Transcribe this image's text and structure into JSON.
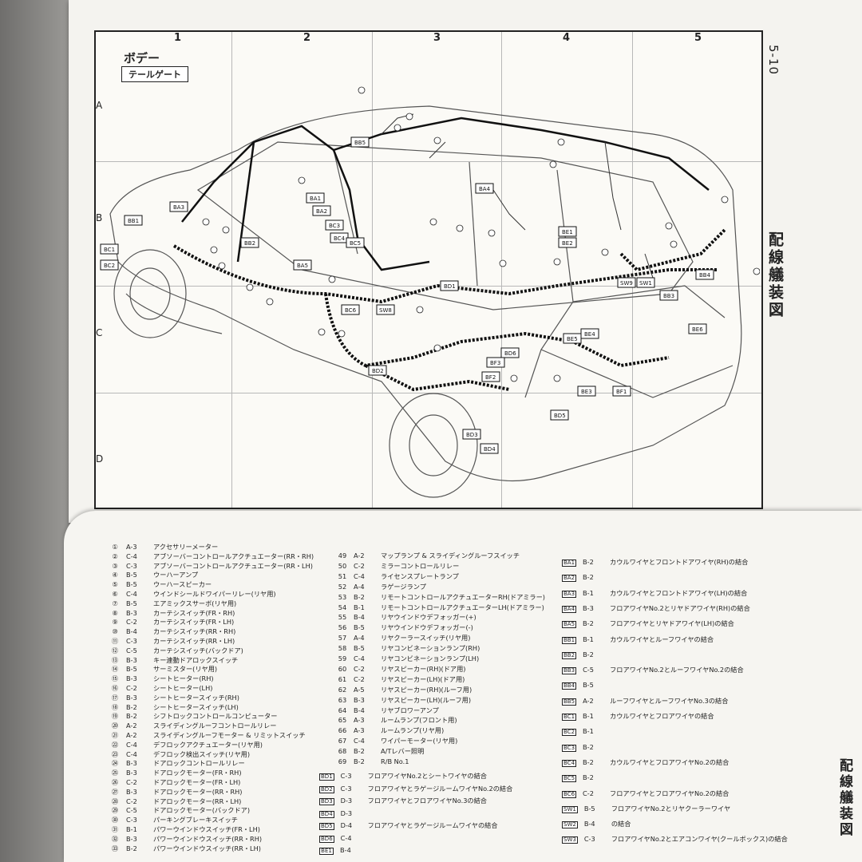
{
  "page_number": "5-10",
  "section_title": "ボデー",
  "subsection_title": "テールゲート",
  "side_title": "配線艤装図",
  "grid": {
    "columns": [
      "1",
      "2",
      "3",
      "4",
      "5"
    ],
    "rows": [
      "A",
      "B",
      "C",
      "D"
    ]
  },
  "diagram_connectors": [
    "BA1",
    "BA2",
    "BA3",
    "BA4",
    "BA5",
    "BB1",
    "BB2",
    "BB3",
    "BB4",
    "BB5",
    "BC1",
    "BC2",
    "BC3",
    "BC4",
    "BC5",
    "BC6",
    "BD1",
    "BD2",
    "BD3",
    "BD4",
    "BD5",
    "BD6",
    "BE1",
    "BE2",
    "BE3",
    "BE4",
    "BE5",
    "BE6",
    "BF1",
    "BF2",
    "BF3",
    "SW8",
    "SW9",
    "SW1"
  ],
  "legend_left": [
    {
      "n": "①",
      "g": "A-3",
      "t": "アクセサリーメーター"
    },
    {
      "n": "②",
      "g": "C-4",
      "t": "アブソーバーコントロールアクチュエーター(RR・RH)"
    },
    {
      "n": "③",
      "g": "C-3",
      "t": "アブソーバーコントロールアクチュエーター(RR・LH)"
    },
    {
      "n": "④",
      "g": "B-5",
      "t": "ウーハーアンプ"
    },
    {
      "n": "⑤",
      "g": "B-5",
      "t": "ウーハースピーカー"
    },
    {
      "n": "⑥",
      "g": "C-4",
      "t": "ウインドシールドワイパーリレー(リヤ用)"
    },
    {
      "n": "⑦",
      "g": "B-5",
      "t": "エアミックスサーボ(リヤ用)"
    },
    {
      "n": "⑧",
      "g": "B-3",
      "t": "カーテシスイッチ(FR・RH)"
    },
    {
      "n": "⑨",
      "g": "C-2",
      "t": "カーテシスイッチ(FR・LH)"
    },
    {
      "n": "⑩",
      "g": "B-4",
      "t": "カーテシスイッチ(RR・RH)"
    },
    {
      "n": "⑪",
      "g": "C-3",
      "t": "カーテシスイッチ(RR・LH)"
    },
    {
      "n": "⑫",
      "g": "C-5",
      "t": "カーテシスイッチ(バックドア)"
    },
    {
      "n": "⑬",
      "g": "B-3",
      "t": "キー連動ドアロックスイッチ"
    },
    {
      "n": "⑭",
      "g": "B-5",
      "t": "サーミスター(リヤ用)"
    },
    {
      "n": "⑮",
      "g": "B-3",
      "t": "シートヒーター(RH)"
    },
    {
      "n": "⑯",
      "g": "C-2",
      "t": "シートヒーター(LH)"
    },
    {
      "n": "⑰",
      "g": "B-3",
      "t": "シートヒータースイッチ(RH)"
    },
    {
      "n": "⑱",
      "g": "B-2",
      "t": "シートヒータースイッチ(LH)"
    },
    {
      "n": "⑲",
      "g": "B-2",
      "t": "シフトロックコントロールコンピューター"
    },
    {
      "n": "⑳",
      "g": "A-2",
      "t": "スライディングルーフコントロールリレー"
    },
    {
      "n": "㉑",
      "g": "A-2",
      "t": "スライディングルーフモーター & リミットスイッチ"
    },
    {
      "n": "㉒",
      "g": "C-4",
      "t": "デフロックアクチュエーター(リヤ用)"
    },
    {
      "n": "㉓",
      "g": "C-4",
      "t": "デフロック検出スイッチ(リヤ用)"
    },
    {
      "n": "㉔",
      "g": "B-3",
      "t": "ドアロックコントロールリレー"
    },
    {
      "n": "㉕",
      "g": "B-3",
      "t": "ドアロックモーター(FR・RH)"
    },
    {
      "n": "㉖",
      "g": "C-2",
      "t": "ドアロックモーター(FR・LH)"
    },
    {
      "n": "㉗",
      "g": "B-3",
      "t": "ドアロックモーター(RR・RH)"
    },
    {
      "n": "㉘",
      "g": "C-2",
      "t": "ドアロックモーター(RR・LH)"
    },
    {
      "n": "㉙",
      "g": "C-5",
      "t": "ドアロックモーター(バックドア)"
    },
    {
      "n": "㉚",
      "g": "C-3",
      "t": "パーキングブレーキスイッチ"
    },
    {
      "n": "㉛",
      "g": "B-1",
      "t": "パワーウインドウスイッチ(FR・LH)"
    },
    {
      "n": "㉜",
      "g": "B-3",
      "t": "パワーウインドウスイッチ(RR・RH)"
    },
    {
      "n": "㉝",
      "g": "B-2",
      "t": "パワーウインドウスイッチ(RR・LH)"
    }
  ],
  "legend_mid": [
    {
      "n": "49",
      "g": "A-2",
      "t": "マップランプ & スライディングルーフスイッチ"
    },
    {
      "n": "50",
      "g": "C-2",
      "t": "ミラーコントロールリレー"
    },
    {
      "n": "51",
      "g": "C-4",
      "t": "ライセンスプレートランプ"
    },
    {
      "n": "52",
      "g": "A-4",
      "t": "ラゲージランプ"
    },
    {
      "n": "53",
      "g": "B-2",
      "t": "リモートコントロールアクチュエーターRH(ドアミラー)"
    },
    {
      "n": "54",
      "g": "B-1",
      "t": "リモートコントロールアクチュエーターLH(ドアミラー)"
    },
    {
      "n": "55",
      "g": "B-4",
      "t": "リヤウインドウデフォッガー(+)"
    },
    {
      "n": "56",
      "g": "B-5",
      "t": "リヤウインドウデフォッガー(-)"
    },
    {
      "n": "57",
      "g": "A-4",
      "t": "リヤクーラースイッチ(リヤ用)"
    },
    {
      "n": "58",
      "g": "B-5",
      "t": "リヤコンビネーションランプ(RH)"
    },
    {
      "n": "59",
      "g": "C-4",
      "t": "リヤコンビネーションランプ(LH)"
    },
    {
      "n": "60",
      "g": "C-2",
      "t": "リヤスピーカー(RH)(ドア用)"
    },
    {
      "n": "61",
      "g": "C-2",
      "t": "リヤスピーカー(LH)(ドア用)"
    },
    {
      "n": "62",
      "g": "A-5",
      "t": "リヤスピーカー(RH)(ルーフ用)"
    },
    {
      "n": "63",
      "g": "B-3",
      "t": "リヤスピーカー(LH)(ルーフ用)"
    },
    {
      "n": "64",
      "g": "B-4",
      "t": "リヤブロワーアンプ"
    },
    {
      "n": "65",
      "g": "A-3",
      "t": "ルームランプ(フロント用)"
    },
    {
      "n": "66",
      "g": "A-3",
      "t": "ルームランプ(リヤ用)"
    },
    {
      "n": "67",
      "g": "C-4",
      "t": "ワイパーモーター(リヤ用)"
    },
    {
      "n": "68",
      "g": "B-2",
      "t": "A/Tレバー照明"
    },
    {
      "n": "69",
      "g": "B-2",
      "t": "R/B No.1"
    }
  ],
  "legend_mid_joints": [
    {
      "code": "BD1",
      "g": "C-3",
      "t": "フロアワイヤNo.2とシートワイヤの結合"
    },
    {
      "code": "BD2",
      "g": "C-3",
      "t": "フロアワイヤとラゲージルームワイヤNo.2の結合"
    },
    {
      "code": "BD3",
      "g": "D-3",
      "t": "フロアワイヤとフロアワイヤNo.3の結合"
    },
    {
      "code": "BD4",
      "g": "D-3",
      "t": ""
    },
    {
      "code": "BD5",
      "g": "D-4",
      "t": "フロアワイヤとラゲージルームワイヤの結合"
    },
    {
      "code": "BD6",
      "g": "C-4",
      "t": ""
    },
    {
      "code": "BE1",
      "g": "B-4",
      "t": ""
    }
  ],
  "legend_right": [
    {
      "code": "BA1",
      "g": "B-2",
      "t": "カウルワイヤとフロントドアワイヤ(RH)の結合"
    },
    {
      "code": "BA2",
      "g": "B-2",
      "t": ""
    },
    {
      "code": "BA3",
      "g": "B-1",
      "t": "カウルワイヤとフロントドアワイヤ(LH)の結合"
    },
    {
      "code": "BA4",
      "g": "B-3",
      "t": "フロアワイヤNo.2とリヤドアワイヤ(RH)の結合"
    },
    {
      "code": "BA5",
      "g": "B-2",
      "t": "フロアワイヤとリヤドアワイヤ(LH)の結合"
    },
    {
      "code": "BB1",
      "g": "B-1",
      "t": "カウルワイヤとルーフワイヤの結合"
    },
    {
      "code": "BB2",
      "g": "B-2",
      "t": ""
    },
    {
      "code": "BB3",
      "g": "C-5",
      "t": "フロアワイヤNo.2とルーフワイヤNo.2の結合"
    },
    {
      "code": "BB4",
      "g": "B-5",
      "t": ""
    },
    {
      "code": "BB5",
      "g": "A-2",
      "t": "ルーフワイヤとルーフワイヤNo.3の結合"
    },
    {
      "code": "BC1",
      "g": "B-1",
      "t": "カウルワイヤとフロアワイヤの結合"
    },
    {
      "code": "BC2",
      "g": "B-1",
      "t": ""
    },
    {
      "code": "BC3",
      "g": "B-2",
      "t": ""
    },
    {
      "code": "BC4",
      "g": "B-2",
      "t": "カウルワイヤとフロアワイヤNo.2の結合"
    },
    {
      "code": "BC5",
      "g": "B-2",
      "t": ""
    },
    {
      "code": "BC6",
      "g": "C-2",
      "t": "フロアワイヤとフロアワイヤNo.2の結合"
    },
    {
      "code": "SW1",
      "g": "B-5",
      "t": "フロアワイヤNo.2とリヤクーラーワイヤ"
    },
    {
      "code": "SW2",
      "g": "B-4",
      "t": "の結合"
    },
    {
      "code": "SW3",
      "g": "C-3",
      "t": "フロアワイヤNo.2とエアコンワイヤ(クールボックス)の結合"
    }
  ]
}
